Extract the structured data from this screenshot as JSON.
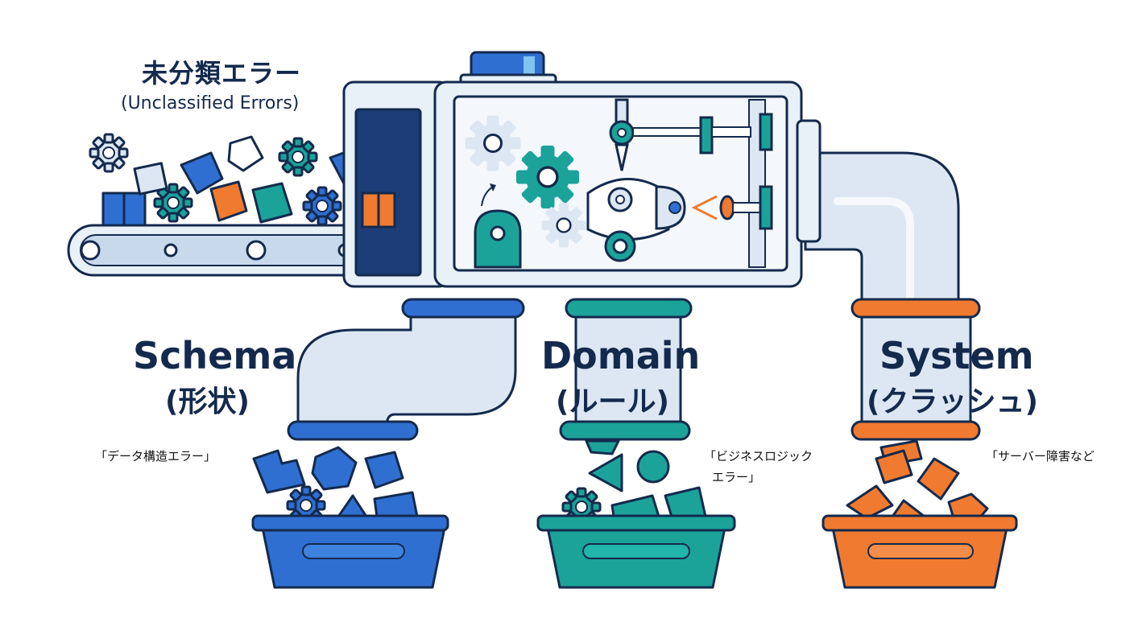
{
  "input": {
    "title_jp": "未分類エラー",
    "title_en": "(Unclassified Errors)"
  },
  "categories": [
    {
      "key": "schema",
      "name": "Schema",
      "sub": "(形状)",
      "note": "「データ構造エラー」",
      "color": "#2f6fd1"
    },
    {
      "key": "domain",
      "name": "Domain",
      "sub": "(ルール)",
      "note_line1": "「ビジネスロジック",
      "note_line2": "エラー」",
      "color": "#1ba39a"
    },
    {
      "key": "system",
      "name": "System",
      "sub": "(クラッシュ)",
      "note": "「サーバー障害など",
      "color": "#f07a30"
    }
  ],
  "colors": {
    "outline": "#142a4d",
    "pipe": "#dce7f3",
    "machine": "#e8f0f8",
    "navy": "#1d3d78"
  }
}
